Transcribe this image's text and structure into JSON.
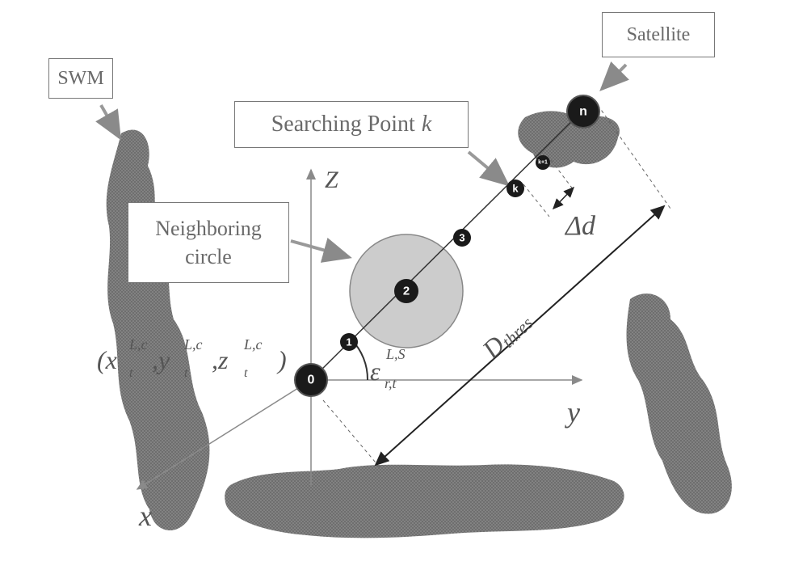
{
  "labels": {
    "swm": "SWM",
    "satellite": "Satellite",
    "searching_point": "Searching Point",
    "searching_point_var": "k",
    "neighboring_circle": "Neighboring circle",
    "axis_z": "Z",
    "axis_y": "y",
    "axis_x": "x",
    "delta_d": "Δd",
    "d_thres": "D",
    "d_thres_sub": "thres",
    "coords": "(x",
    "coords_sup": "L,c",
    "coords_sub": "t",
    "coords_y": ",y",
    "coords_z": ",z",
    "coords_close": ")",
    "angle": "ε",
    "angle_sup": "L,S",
    "angle_sub": "r,t"
  },
  "points": {
    "p0": "0",
    "p1": "1",
    "p2": "2",
    "p3": "3",
    "pk": "k",
    "pk1": "k+1",
    "pn": "n"
  },
  "colors": {
    "blob": "#7a7a7a",
    "axis": "#8a8a8a",
    "line": "#333333",
    "circle_fill": "#c8c8c8",
    "point": "#1a1a1a"
  }
}
